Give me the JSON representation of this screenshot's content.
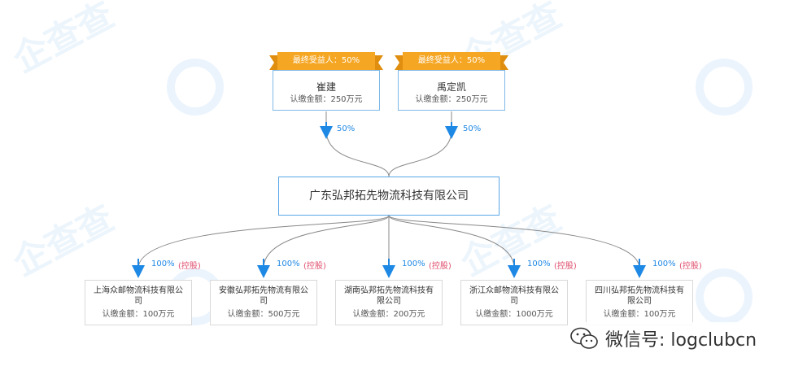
{
  "beneficiaries": [
    {
      "ribbon": "最终受益人：50%",
      "name": "崔建",
      "amount": "认缴金额：250万元",
      "share": "50%"
    },
    {
      "ribbon": "最终受益人：50%",
      "name": "禹定凯",
      "amount": "认缴金额：250万元",
      "share": "50%"
    }
  ],
  "company": {
    "name": "广东弘邦拓先物流科技有限公司"
  },
  "subsidiaries": [
    {
      "name": "上海众邮物流科技有限公司",
      "amount": "认缴金额：100万元",
      "share": "100%",
      "tag": "(控股)"
    },
    {
      "name": "安徽弘邦拓先物流有限公司",
      "amount": "认缴金额：500万元",
      "share": "100%",
      "tag": "(控股)"
    },
    {
      "name": "湖南弘邦拓先物流科技有限公司",
      "amount": "认缴金额：200万元",
      "share": "100%",
      "tag": "(控股)"
    },
    {
      "name": "浙江众邮物流科技有限公司",
      "amount": "认缴金额：1000万元",
      "share": "100%",
      "tag": "(控股)"
    },
    {
      "name": "四川弘邦拓先物流科技有限公司",
      "amount": "认缴金额：100万元",
      "share": "100%",
      "tag": "(控股)"
    }
  ],
  "watermark": {
    "text": "企查查",
    "url": "qichacha.com"
  },
  "footer": {
    "icon": "wechat-icon",
    "handle": "微信号: logclubcn"
  },
  "colors": {
    "accent": "#1e88e5",
    "ribbon": "#f5a623",
    "control_tag": "#e0506e"
  }
}
